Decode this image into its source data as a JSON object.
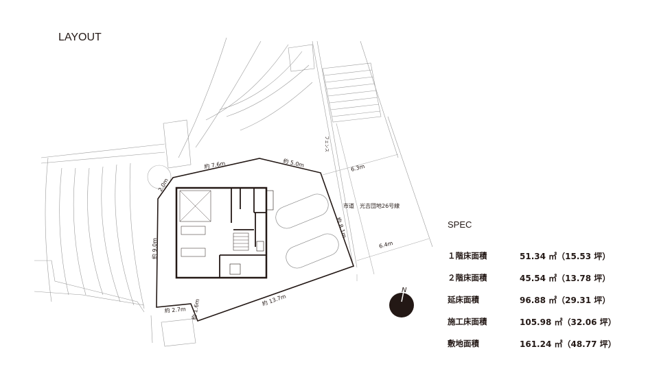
{
  "title": "LAYOUT",
  "plan": {
    "dimensions": [
      "約 7.6m",
      "約 5.0m",
      "2.0m",
      "約 9.0m",
      "約 2.7m",
      "約 1.6m",
      "約 13.7m",
      "約 8.1m",
      "6.3m",
      "6.4m"
    ],
    "road_label": "市道　光吉団地26号線",
    "fence_label": "フェンス",
    "north_label": "N"
  },
  "spec": {
    "title": "SPEC",
    "rows": [
      {
        "label": "１階床面積",
        "value": "51.34 ㎡（15.53 坪）"
      },
      {
        "label": "２階床面積",
        "value": "45.54 ㎡（13.78 坪）"
      },
      {
        "label": "延床面積",
        "value": "96.88 ㎡（29.31 坪）"
      },
      {
        "label": "施工床面積",
        "value": "105.98 ㎡（32.06 坪）"
      },
      {
        "label": "敷地面積",
        "value": "161.24 ㎡（48.77 坪）"
      }
    ]
  }
}
